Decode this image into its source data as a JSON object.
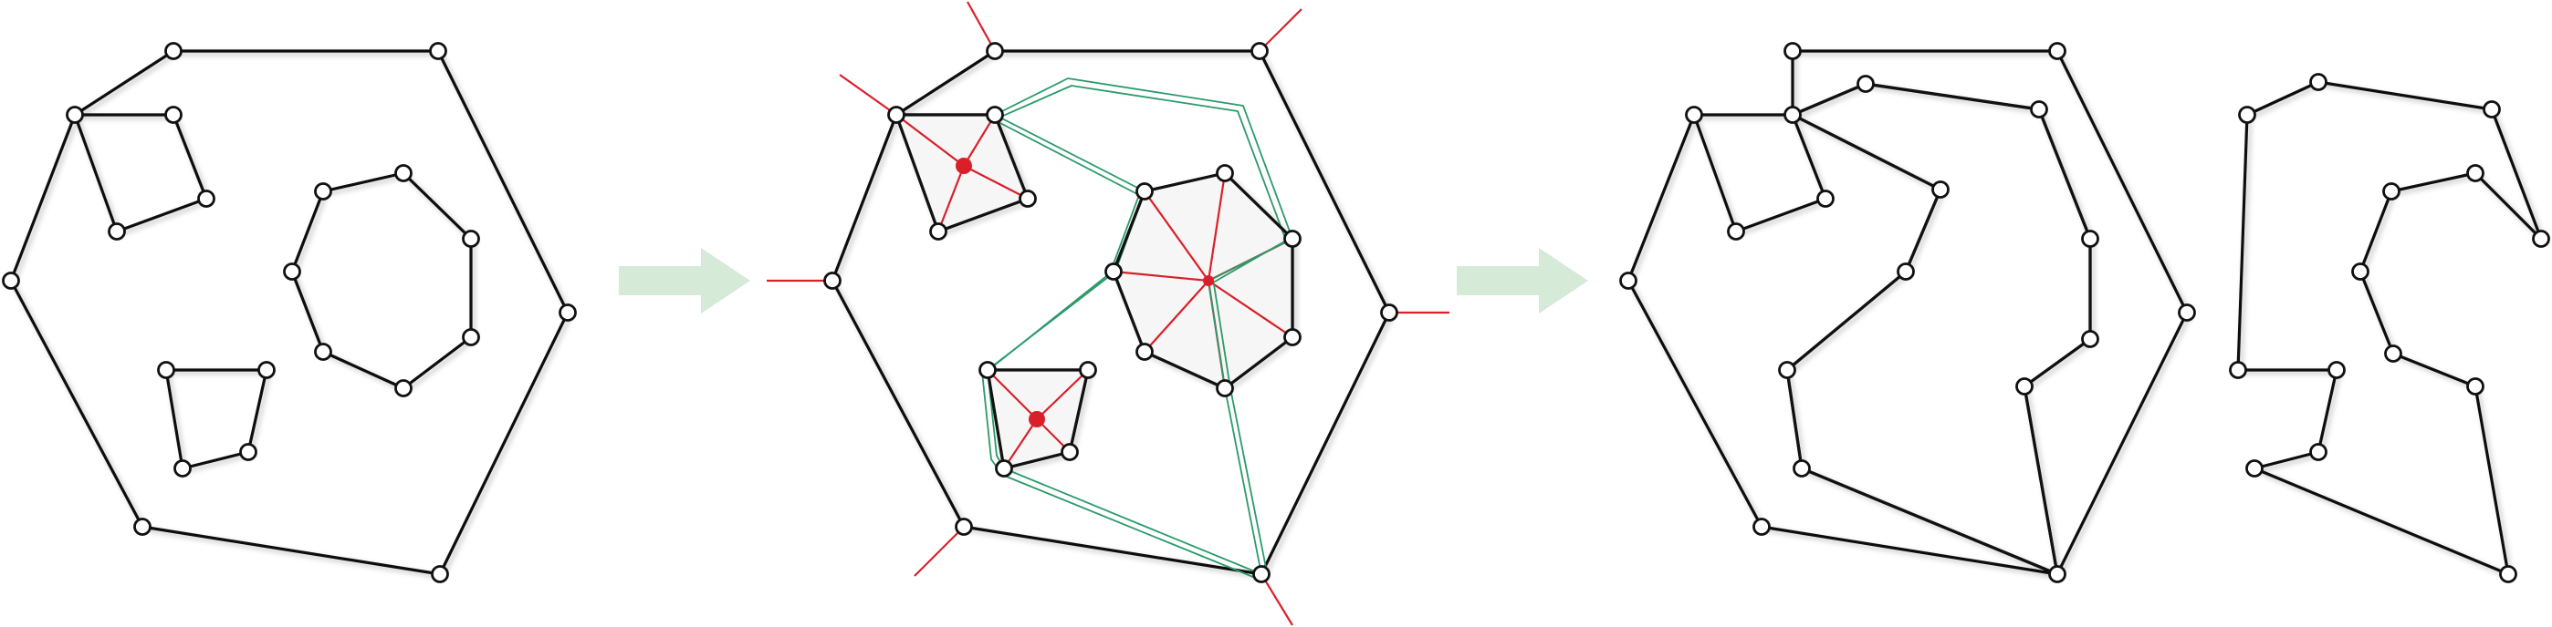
{
  "figure": {
    "panels": [
      {
        "name": "input-polygon-with-holes",
        "fill_color": "#fdfce0"
      },
      {
        "name": "triangulated-with-skeleton-paths",
        "fill_color": "#fdfce0",
        "accent_red": "#d9202a",
        "accent_green": "#2a9a6a"
      },
      {
        "name": "decomposition-result",
        "fill_colors": [
          "#fae6ec",
          "#e0f1f6"
        ]
      }
    ],
    "arrows": [
      {
        "name": "step-arrow-1",
        "color": "#d6ead8"
      },
      {
        "name": "step-arrow-2",
        "color": "#d6ead8"
      }
    ],
    "stroke_color": "#111111",
    "vertex_fill": "#ffffff"
  }
}
